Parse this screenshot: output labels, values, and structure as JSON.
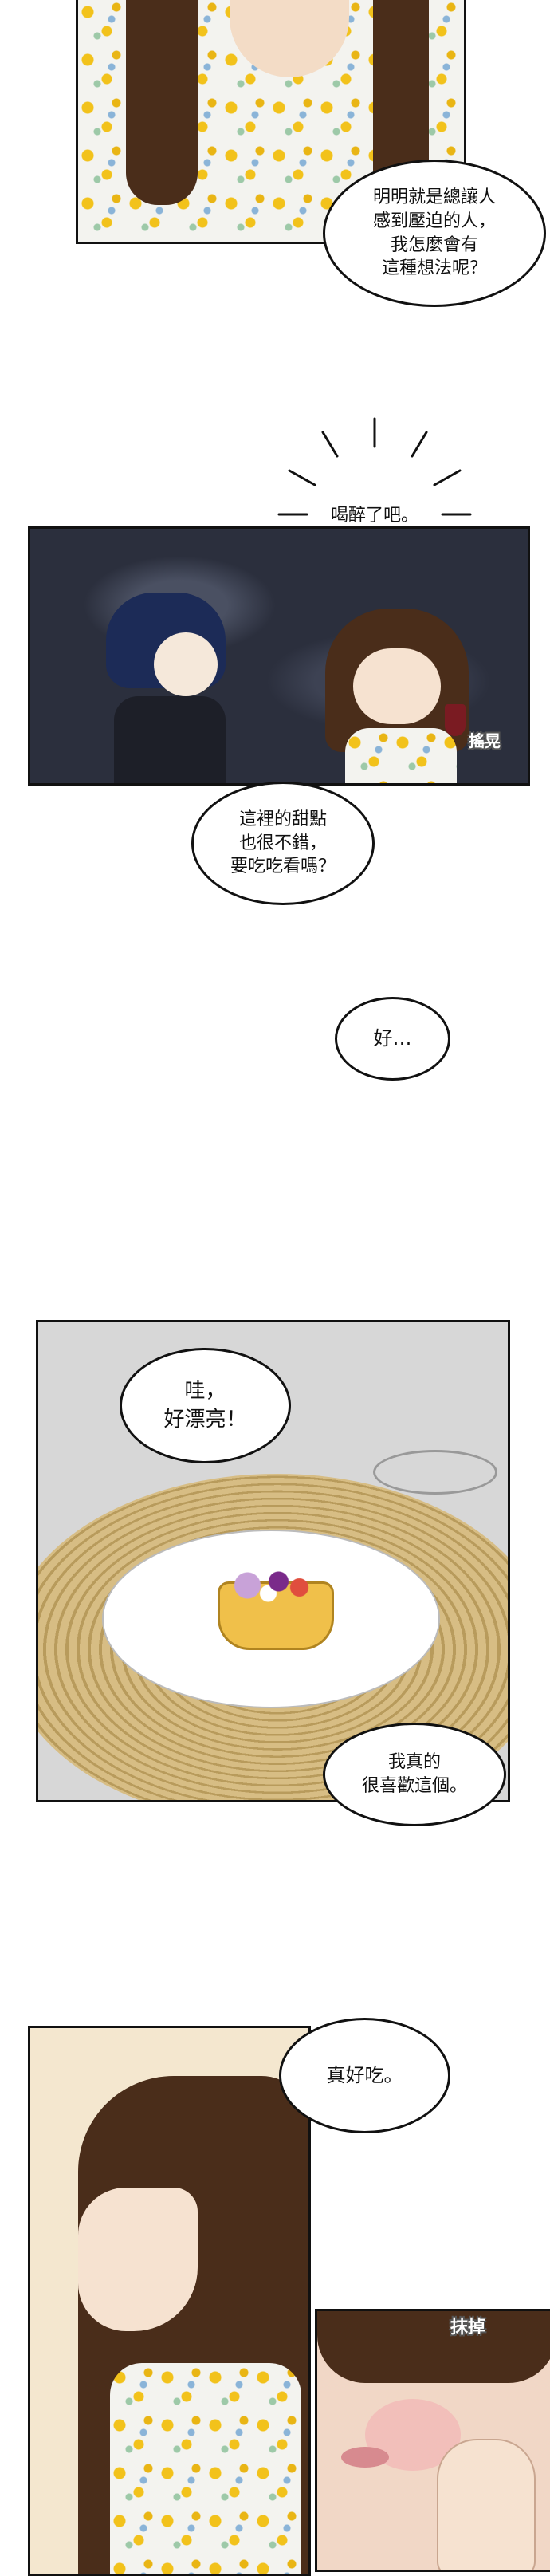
{
  "bubbles": {
    "b1": "明明就是總讓人\n感到壓迫的人，\n我怎麼會有\n這種想法呢？",
    "b2": "喝醉了吧。",
    "b3": "這裡的甜點\n也很不錯，\n要吃吃看嗎？",
    "b4": "好…",
    "b5": "哇，\n好漂亮！",
    "b6": "我真的\n很喜歡這個。",
    "b7": "真好吃。"
  },
  "sfx": {
    "s1": "搖晃",
    "s2": "抹掉"
  },
  "colors": {
    "night_sky": "#2b2f3d",
    "hair": "#4a2d1a",
    "floral_yellow": "#f2c21b",
    "tray_gold": "#c9a96a",
    "tart_yellow": "#f0c04a"
  }
}
